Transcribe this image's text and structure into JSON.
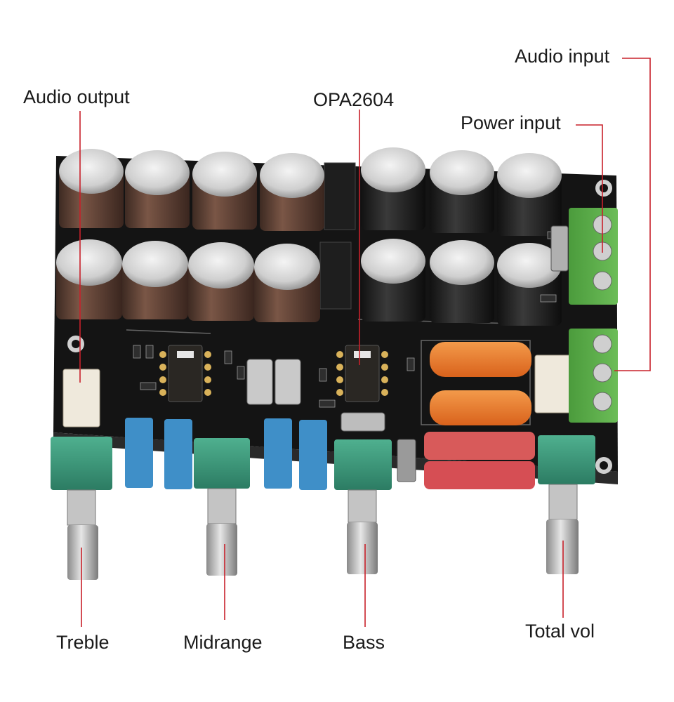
{
  "labels": {
    "audio_input": "Audio input",
    "audio_output": "Audio output",
    "opamp": "OPA2604",
    "power_input": "Power input",
    "treble": "Treble",
    "midrange": "Midrange",
    "bass": "Bass",
    "total_vol": "Total vol"
  },
  "colors": {
    "leader_line": "#c8202a",
    "pcb": "#141414",
    "capacitor_sleeve": "#6b4a3c",
    "capacitor_sleeve_dark": "#2b2b2b",
    "terminal_block": "#5aa84a",
    "pot_body": "#3c9a7e",
    "film_cap_red": "#d85a5a",
    "film_cap_blue": "#3f8fc8",
    "film_cap_orange": "#e8782a"
  }
}
